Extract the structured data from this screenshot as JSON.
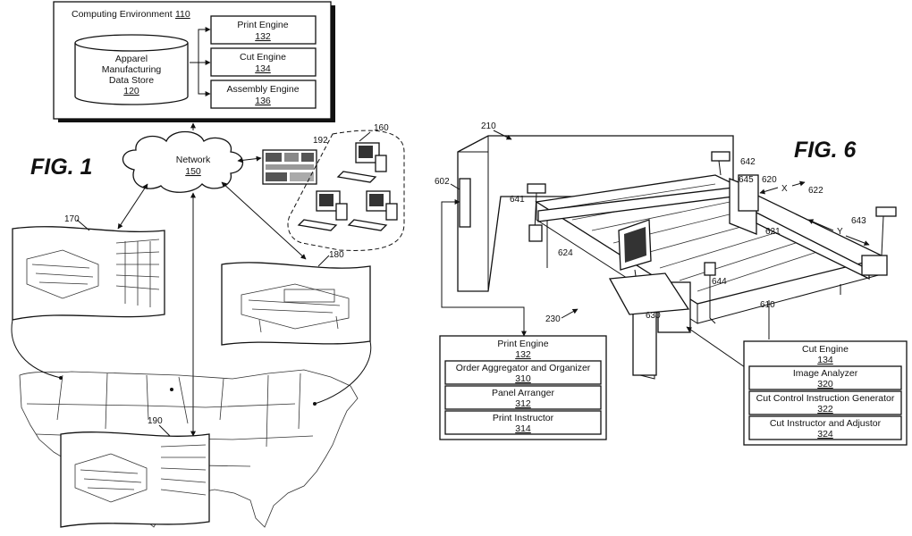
{
  "fig1": {
    "title": "FIG. 1",
    "computing_env": {
      "label": "Computing Environment",
      "ref": "110"
    },
    "data_store": {
      "line1": "Apparel",
      "line2": "Manufacturing",
      "line3": "Data Store",
      "ref": "120"
    },
    "print_engine": {
      "label": "Print Engine",
      "ref": "132"
    },
    "cut_engine": {
      "label": "Cut Engine",
      "ref": "134"
    },
    "assembly_engine": {
      "label": "Assembly Engine",
      "ref": "136"
    },
    "network": {
      "label": "Network",
      "ref": "150"
    },
    "refs": {
      "computers": "160",
      "display": "192",
      "site_a": "170",
      "site_b": "180",
      "site_c": "190"
    }
  },
  "fig6": {
    "title": "FIG. 6",
    "refs": {
      "r210": "210",
      "r602": "602",
      "r641": "641",
      "r642": "642",
      "r645": "645",
      "r620": "620",
      "r622": "622",
      "r643": "643",
      "r621": "621",
      "r624": "624",
      "r644": "644",
      "r610": "610",
      "r630": "630",
      "r230": "230"
    },
    "axis_x": "X",
    "axis_y": "Y",
    "print_engine": {
      "title": "Print Engine",
      "ref": "132",
      "items": [
        {
          "label": "Order Aggregator and Organizer",
          "ref": "310"
        },
        {
          "label": "Panel Arranger",
          "ref": "312"
        },
        {
          "label": "Print Instructor",
          "ref": "314"
        }
      ]
    },
    "cut_engine": {
      "title": "Cut Engine",
      "ref": "134",
      "items": [
        {
          "label": "Image Analyzer",
          "ref": "320"
        },
        {
          "label": "Cut Control Instruction Generator",
          "ref": "322"
        },
        {
          "label": "Cut Instructor and Adjustor",
          "ref": "324"
        }
      ]
    }
  }
}
